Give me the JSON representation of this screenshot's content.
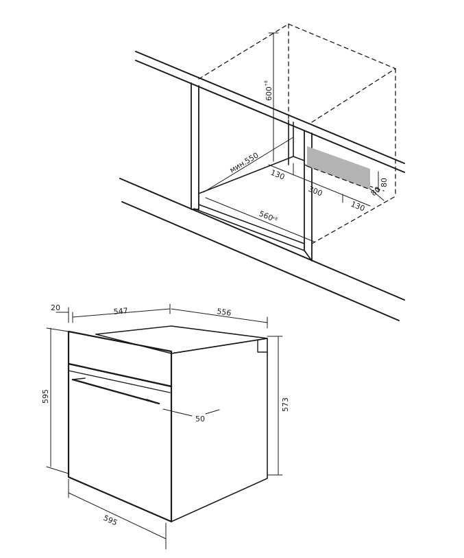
{
  "colors": {
    "line": "#1a1a1a",
    "vent": "#b3b3b3",
    "bg": "#ffffff"
  },
  "niche": {
    "height": "600",
    "height_suffix": "+8",
    "depth_prefix": "мин.",
    "depth": "550",
    "width": "560",
    "width_suffix": "+8",
    "vent_back_offset": "130",
    "vent_length": "300",
    "vent_side_offset": "130",
    "vent_depth": "80",
    "vent_height": "80"
  },
  "oven": {
    "front_panel": "20",
    "body_depth": "547",
    "total_width_top": "556",
    "height": "595",
    "body_height": "573",
    "width": "595",
    "handle_offset": "50"
  }
}
